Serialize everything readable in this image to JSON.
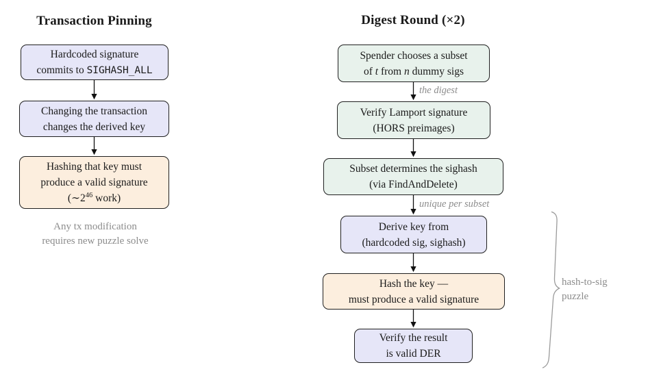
{
  "colors": {
    "box_lavender": "#e6e6f8",
    "box_mint": "#e8f2ec",
    "box_peach": "#fceede",
    "box_border": "#1f1f1f",
    "text": "#1a1a1a",
    "muted_gray": "#8c8c8c"
  },
  "left_column": {
    "title": "Transaction Pinning",
    "box_hardcoded": {
      "line1": "Hardcoded signature",
      "line2_prefix": "commits to ",
      "line2_code": "SIGHASH_ALL"
    },
    "box_changing": {
      "line1": "Changing the transaction",
      "line2": "changes the derived key"
    },
    "box_hashing": {
      "line1": "Hashing that key must",
      "line2": "produce a valid signature",
      "line3_prefix": "(∼2",
      "line3_sup": "46",
      "line3_suffix": " work)"
    },
    "note_line1": "Any tx modification",
    "note_line2": "requires new puzzle solve"
  },
  "right_column": {
    "title": "Digest Round (×2)",
    "box_spender": {
      "line1": "Spender chooses a subset",
      "line2_p1": "of ",
      "line2_i1": "t",
      "line2_p2": " from ",
      "line2_i2": "n",
      "line2_p3": " dummy sigs"
    },
    "label_the_digest": "the digest",
    "box_verify_lamport": {
      "line1": "Verify Lamport signature",
      "line2": "(HORS preimages)"
    },
    "box_subset_sighash": {
      "line1": "Subset determines the sighash",
      "line2": "(via FindAndDelete)"
    },
    "label_unique_per_subset": "unique per subset",
    "box_derive_key": {
      "line1": "Derive key from",
      "line2": "(hardcoded sig, sighash)"
    },
    "box_hash_key": {
      "line1": "Hash the key —",
      "line2": "must produce a valid signature"
    },
    "box_verify_der": {
      "line1": "Verify the result",
      "line2": "is valid DER"
    },
    "brace_label_line1": "hash-to-sig",
    "brace_label_line2": "puzzle"
  }
}
